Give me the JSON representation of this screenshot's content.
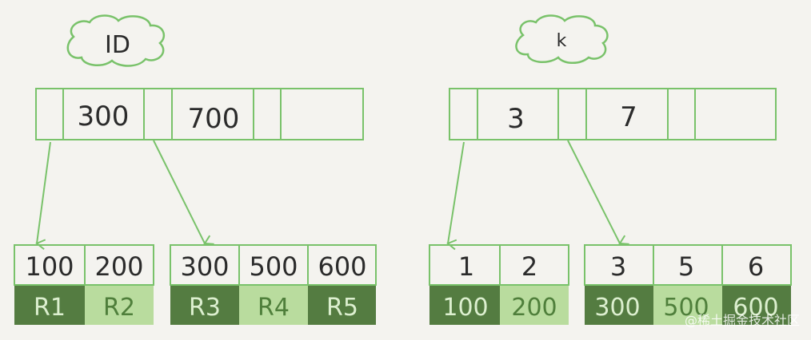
{
  "colors": {
    "background": "#f4f3ef",
    "line": "#79c26a",
    "dark_cell": "#547c41",
    "light_cell": "#b9dc9e",
    "dark_text": "#dcefcf",
    "light_text": "#4f7f3b",
    "ink": "#2b2b2b"
  },
  "id_tree": {
    "label": "ID",
    "root_keys": [
      "300",
      "700"
    ],
    "leaves": [
      {
        "keys": [
          "100",
          "200"
        ],
        "values": [
          "R1",
          "R2"
        ],
        "shades": [
          "dark",
          "light"
        ]
      },
      {
        "keys": [
          "300",
          "500",
          "600"
        ],
        "values": [
          "R3",
          "R4",
          "R5"
        ],
        "shades": [
          "dark",
          "light",
          "dark"
        ]
      }
    ]
  },
  "k_tree": {
    "label": "k",
    "root_keys": [
      "3",
      "7"
    ],
    "leaves": [
      {
        "keys": [
          "1",
          "2"
        ],
        "values": [
          "100",
          "200"
        ],
        "shades": [
          "dark",
          "light"
        ]
      },
      {
        "keys": [
          "3",
          "5",
          "6"
        ],
        "values": [
          "300",
          "500",
          "600"
        ],
        "shades": [
          "dark",
          "light",
          "dark"
        ]
      }
    ]
  },
  "watermark": "@稀土掘金技术社区"
}
